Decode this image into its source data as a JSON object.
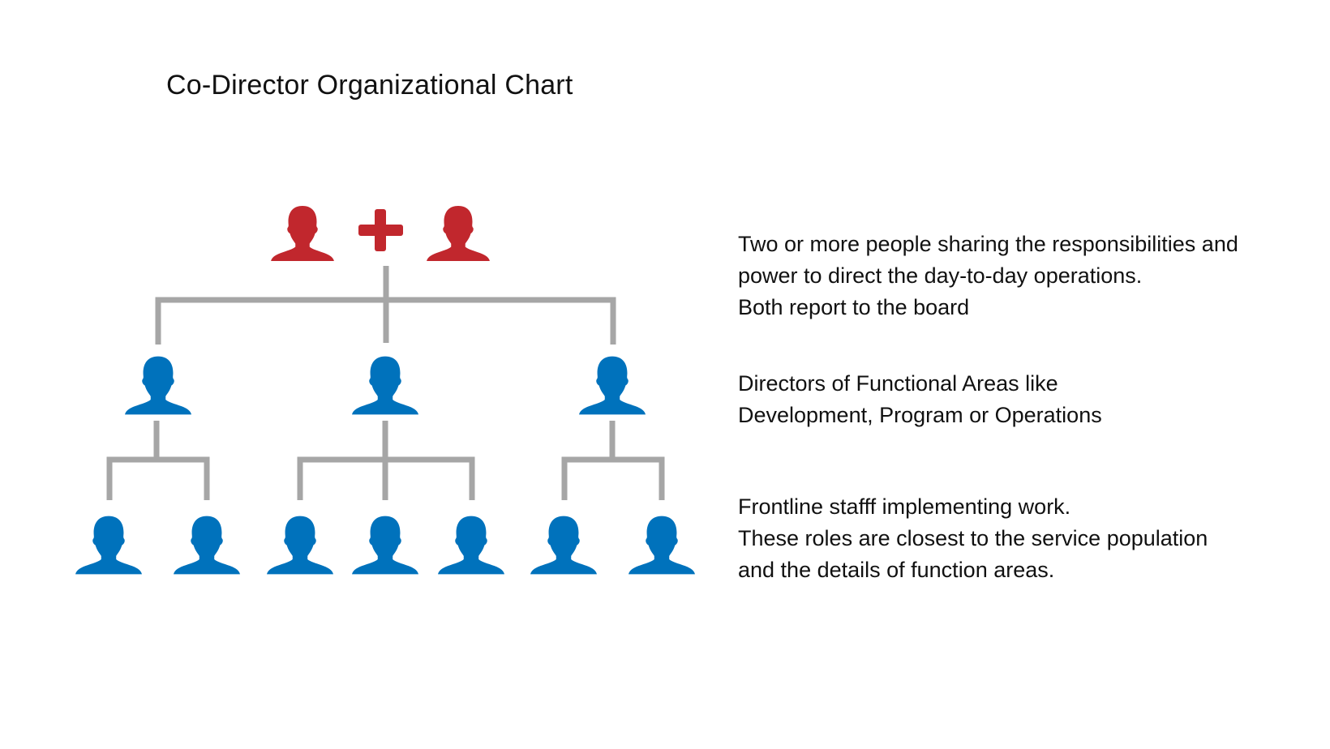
{
  "title": "Co-Director Organizational Chart",
  "colors": {
    "co_director": "#c1272d",
    "staff": "#0072bc",
    "connector": "#a6a6a6",
    "text": "#111111"
  },
  "icons": {
    "person": "person-silhouette-icon",
    "plus": "plus-icon"
  },
  "diagram": {
    "top_level": {
      "count": 2,
      "joined_by": "+",
      "color_key": "co_director"
    },
    "directors": [
      {
        "reports": 2
      },
      {
        "reports": 3
      },
      {
        "reports": 2
      }
    ]
  },
  "descriptions": {
    "co_directors": {
      "lines": [
        "Two or more people sharing the responsibilities and",
        "power to direct the day-to-day operations.",
        "Both report to the board"
      ]
    },
    "directors": {
      "lines": [
        "Directors of Functional Areas like",
        "Development, Program or Operations"
      ]
    },
    "frontline": {
      "lines": [
        "Frontline stafff implementing work.",
        "These roles are closest to the service population",
        "and the details of function areas."
      ]
    }
  }
}
